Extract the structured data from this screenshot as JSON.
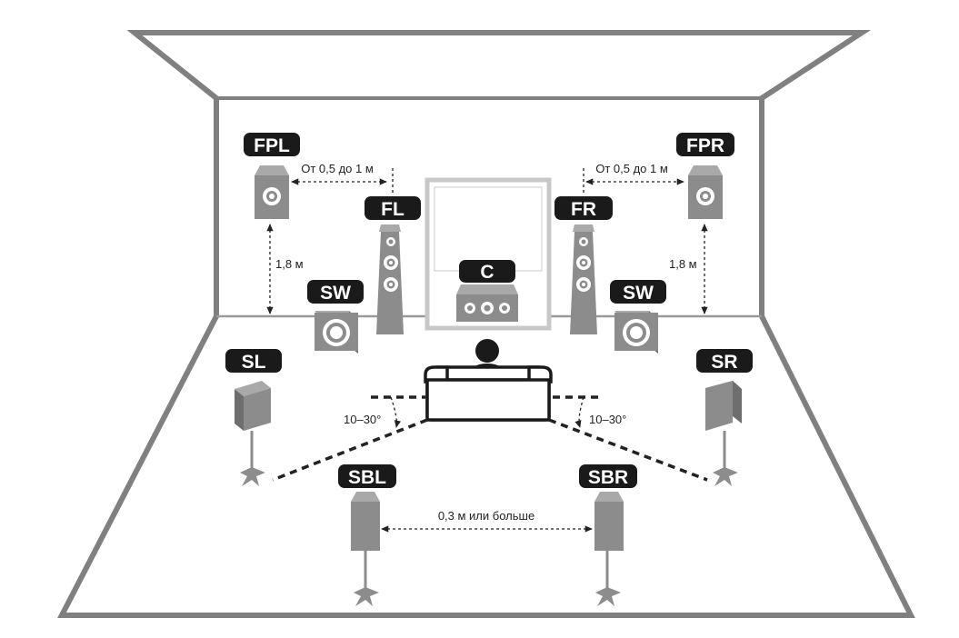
{
  "colors": {
    "speaker": "#8c8c8c",
    "speaker_dark": "#6e6e6e",
    "badge": "#1a1a1a",
    "room_line": "#808080",
    "tv_frame": "#c8c8c8"
  },
  "speakers": {
    "fpl": "FPL",
    "fpr": "FPR",
    "fl": "FL",
    "fr": "FR",
    "c": "C",
    "sw_left": "SW",
    "sw_right": "SW",
    "sl": "SL",
    "sr": "SR",
    "sbl": "SBL",
    "sbr": "SBR"
  },
  "dimensions": {
    "front_presence_left": "От 0,5 до 1 м",
    "front_presence_right": "От 0,5 до 1 м",
    "height_left": "1,8 м",
    "height_right": "1,8 м",
    "angle_left": "10–30°",
    "angle_right": "10–30°",
    "surround_back_spacing": "0,3 м или больше"
  }
}
